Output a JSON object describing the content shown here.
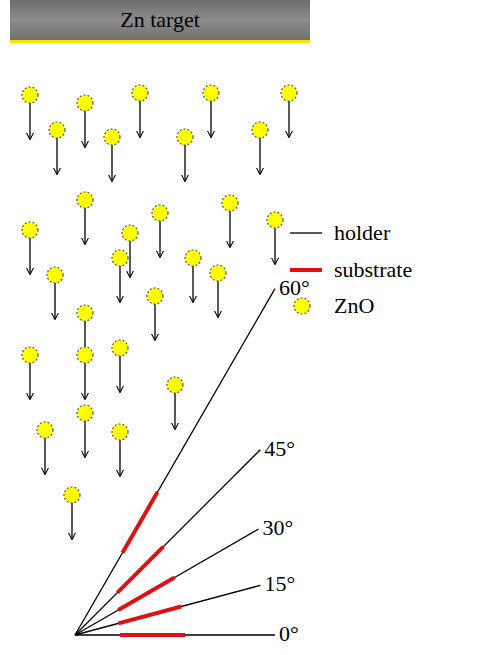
{
  "diagram": {
    "nodes": [
      {
        "text": [
          "Zn target"
        ]
      }
    ],
    "labels": [
      "60°",
      "45°",
      "30°",
      "15°",
      "0°"
    ],
    "legend": [
      {
        "text": "holder"
      },
      {
        "text": "substrate"
      },
      {
        "text": "ZnO"
      }
    ]
  }
}
